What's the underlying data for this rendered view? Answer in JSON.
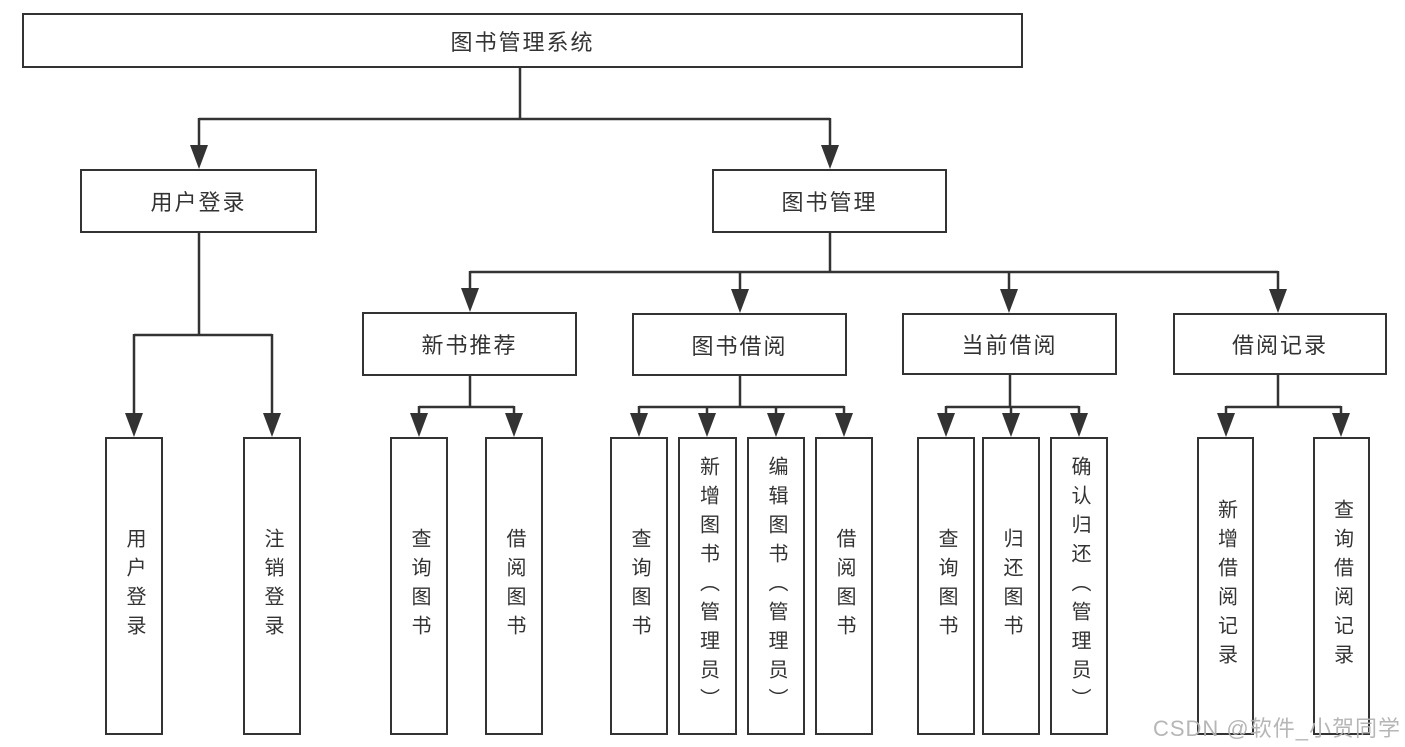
{
  "diagram": {
    "root": {
      "label": "图书管理系统"
    },
    "level2": [
      {
        "label": "用户登录"
      },
      {
        "label": "图书管理"
      }
    ],
    "level3": [
      {
        "label": "新书推荐",
        "parent": "图书管理"
      },
      {
        "label": "图书借阅",
        "parent": "图书管理"
      },
      {
        "label": "当前借阅",
        "parent": "图书管理"
      },
      {
        "label": "借阅记录",
        "parent": "图书管理"
      }
    ],
    "leaves": [
      {
        "label": "用户登录",
        "parent": "用户登录"
      },
      {
        "label": "注销登录",
        "parent": "用户登录"
      },
      {
        "label": "查询图书",
        "parent": "新书推荐"
      },
      {
        "label": "借阅图书",
        "parent": "新书推荐"
      },
      {
        "label": "查询图书",
        "parent": "图书借阅"
      },
      {
        "label": "新增图书（管理员）",
        "parent": "图书借阅"
      },
      {
        "label": "编辑图书（管理员）",
        "parent": "图书借阅"
      },
      {
        "label": "借阅图书",
        "parent": "图书借阅"
      },
      {
        "label": "查询图书",
        "parent": "当前借阅"
      },
      {
        "label": "归还图书",
        "parent": "当前借阅"
      },
      {
        "label": "确认归还（管理员）",
        "parent": "当前借阅"
      },
      {
        "label": "新增借阅记录",
        "parent": "借阅记录"
      },
      {
        "label": "查询借阅记录",
        "parent": "借阅记录"
      }
    ]
  },
  "watermark": {
    "text": "CSDN @软件_小贺同学"
  },
  "colors": {
    "line": "#333333",
    "text": "#333333",
    "box_background": "#ffffff",
    "watermark": "#b2b2b2"
  }
}
